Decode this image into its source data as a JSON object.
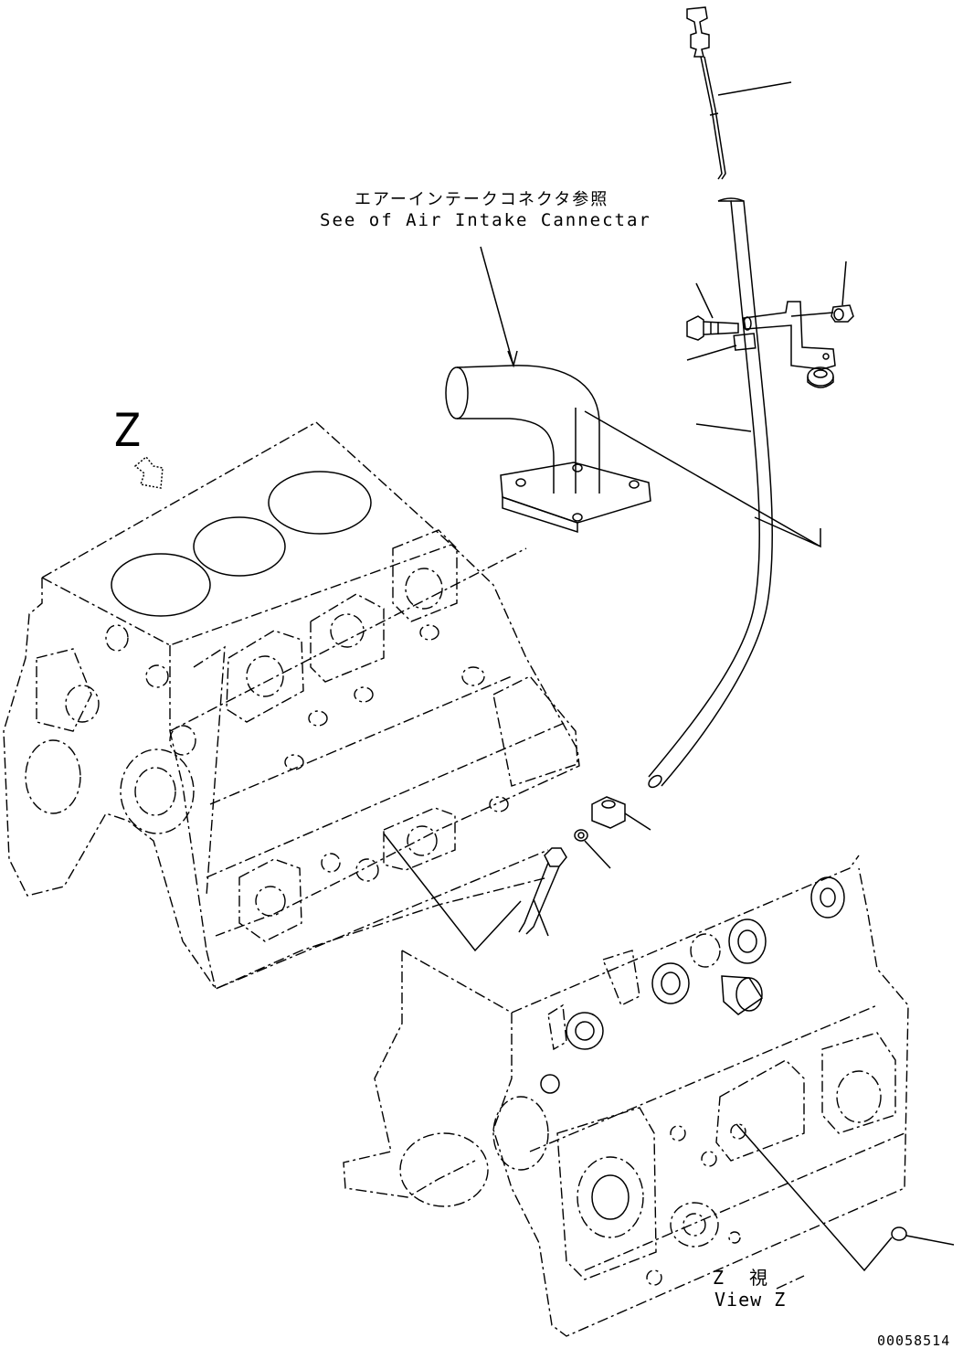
{
  "notes": {
    "air_intake_jp": "エアーインテークコネクタ参照",
    "air_intake_en": "See of Air Intake Cannectar"
  },
  "view": {
    "arrow_letter": "Z",
    "caption_jp": "Z　視",
    "caption_en": "View Z"
  },
  "reference_number": "00058514"
}
